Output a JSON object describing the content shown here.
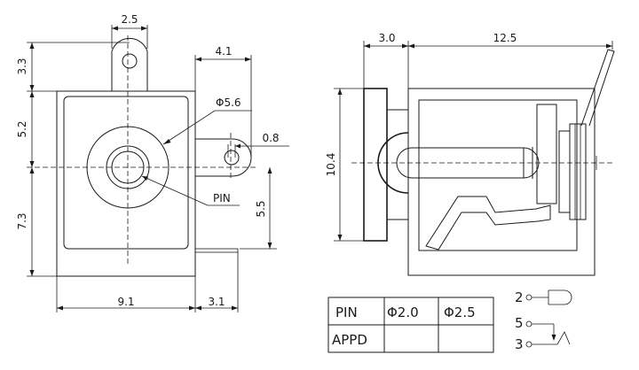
{
  "dimensions": {
    "tab_width": "2.5",
    "tab_height": "3.3",
    "upper_height": "5.2",
    "lower_height": "7.3",
    "body_width": "9.1",
    "pin_offset_width": "3.1",
    "side_lug_width": "4.1",
    "hole_dia": "Φ5.6",
    "lug_thickness": "0.8",
    "lug_height": "5.5",
    "pin_label": "PIN",
    "front_depth": "3.0",
    "body_length": "12.5",
    "side_height": "10.4"
  },
  "table": {
    "header_pin": "PIN",
    "col1": "Φ2.0",
    "col2": "Φ2.5",
    "row_label": "APPD",
    "cell1": "",
    "cell2": ""
  },
  "pin_legend": {
    "p2": "2",
    "p5": "5",
    "p3": "3"
  }
}
